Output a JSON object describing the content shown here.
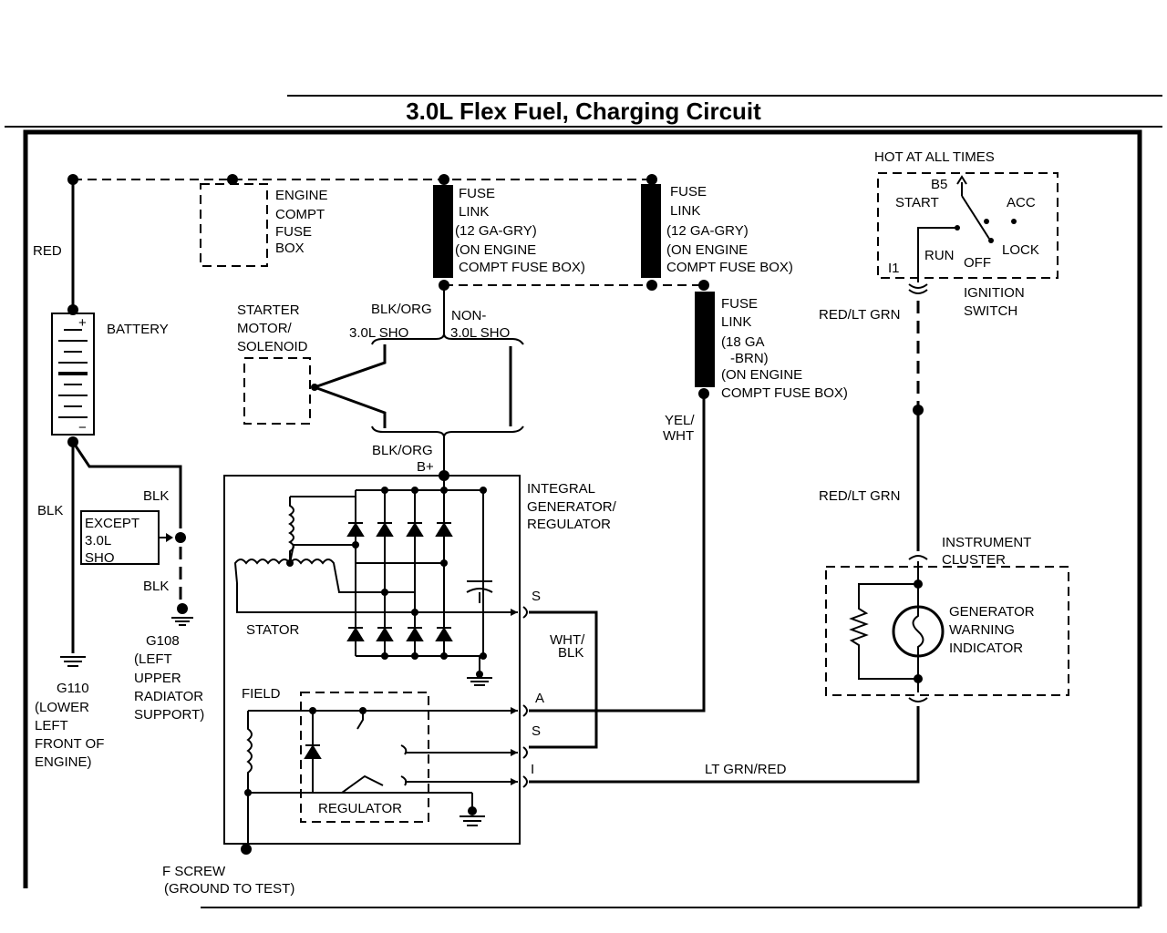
{
  "title": "3.0L Flex Fuel, Charging Circuit",
  "labels": {
    "red": "RED",
    "battery": "BATTERY",
    "blk_left": "BLK",
    "blk_upper": "BLK",
    "blk_lower": "BLK",
    "except_1": "EXCEPT",
    "except_2": "3.0L",
    "except_3": "SHO",
    "g110_1": "G110",
    "g110_2": "(LOWER",
    "g110_3": "LEFT",
    "g110_4": "FRONT OF",
    "g110_5": "ENGINE)",
    "g108_1": "G108",
    "g108_2": "(LEFT",
    "g108_3": "UPPER",
    "g108_4": "RADIATOR",
    "g108_5": "SUPPORT)",
    "fusebox_1": "ENGINE",
    "fusebox_2": "COMPT",
    "fusebox_3": "FUSE",
    "fusebox_4": "BOX",
    "fl1_1": "FUSE",
    "fl1_2": "LINK",
    "fl1_3": "(12 GA-GRY)",
    "fl1_4": "(ON ENGINE",
    "fl1_5": "COMPT FUSE BOX)",
    "fl2_1": "FUSE",
    "fl2_2": "LINK",
    "fl2_3": "(12 GA-GRY)",
    "fl2_4": "(ON ENGINE",
    "fl2_5": "COMPT FUSE BOX)",
    "fl3_1": "FUSE",
    "fl3_2": "LINK",
    "fl3_3": "(18 GA",
    "fl3_4": "-BRN)",
    "fl3_5": "(ON ENGINE",
    "fl3_6": "COMPT FUSE BOX)",
    "starter_1": "STARTER",
    "starter_2": "MOTOR/",
    "starter_3": "SOLENOID",
    "blk_org_top": "BLK/ORG",
    "sho": "3.0L SHO",
    "non_1": "NON-",
    "non_2": "3.0L SHO",
    "blk_org_bottom": "BLK/ORG",
    "b_plus": "B+",
    "igr_1": "INTEGRAL",
    "igr_2": "GENERATOR/",
    "igr_3": "REGULATOR",
    "stator": "STATOR",
    "field": "FIELD",
    "regulator": "REGULATOR",
    "fscrew_1": "F SCREW",
    "fscrew_2": "(GROUND TO TEST)",
    "term_s1": "S",
    "term_a": "A",
    "term_s2": "S",
    "term_i": "I",
    "wht_blk_1": "WHT/",
    "wht_blk_2": "BLK",
    "yel_wht_1": "YEL/",
    "yel_wht_2": "WHT",
    "lt_grn_red": "LT GRN/RED",
    "hot": "HOT AT ALL TIMES",
    "b5": "B5",
    "start": "START",
    "acc": "ACC",
    "run": "RUN",
    "off": "OFF",
    "lock": "LOCK",
    "i1": "I1",
    "ignition_1": "IGNITION",
    "ignition_2": "SWITCH",
    "red_ltgrn_1": "RED/LT GRN",
    "red_ltgrn_2": "RED/LT GRN",
    "cluster_1": "INSTRUMENT",
    "cluster_2": "CLUSTER",
    "gwi_1": "GENERATOR",
    "gwi_2": "WARNING",
    "gwi_3": "INDICATOR"
  }
}
